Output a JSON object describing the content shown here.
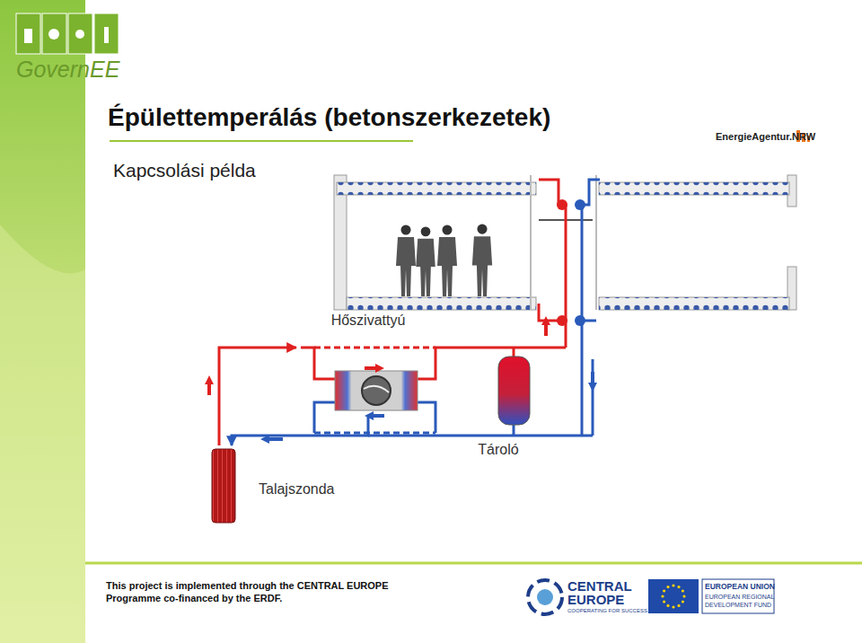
{
  "diagram": {
    "title": "Épülettemperálás (betonszerkezetek)",
    "nodes": [
      {
        "text": [
          "Hőszivattyú"
        ]
      },
      {
        "text": [
          "Tároló"
        ]
      },
      {
        "text": [
          "Talajszonda"
        ]
      }
    ],
    "edges": [
      {
        "from": 2,
        "to": 0,
        "arrow": "to"
      },
      {
        "from": 0,
        "to": 1,
        "arrow": "none"
      },
      {
        "from": 0,
        "to": 2,
        "arrow": "to"
      }
    ],
    "labels": [
      "Kapcsolási példa",
      "GovernEE",
      "EnergieAgentur.NRW",
      "This project is implemented through the CENTRAL EUROPE Programme co-financed by the ERDF.",
      "CENTRAL EUROPE",
      "COOPERATING FOR SUCCESS.",
      "EUROPEAN UNION",
      "EUROPEAN REGIONAL DEVELOPMENT FUND"
    ]
  }
}
